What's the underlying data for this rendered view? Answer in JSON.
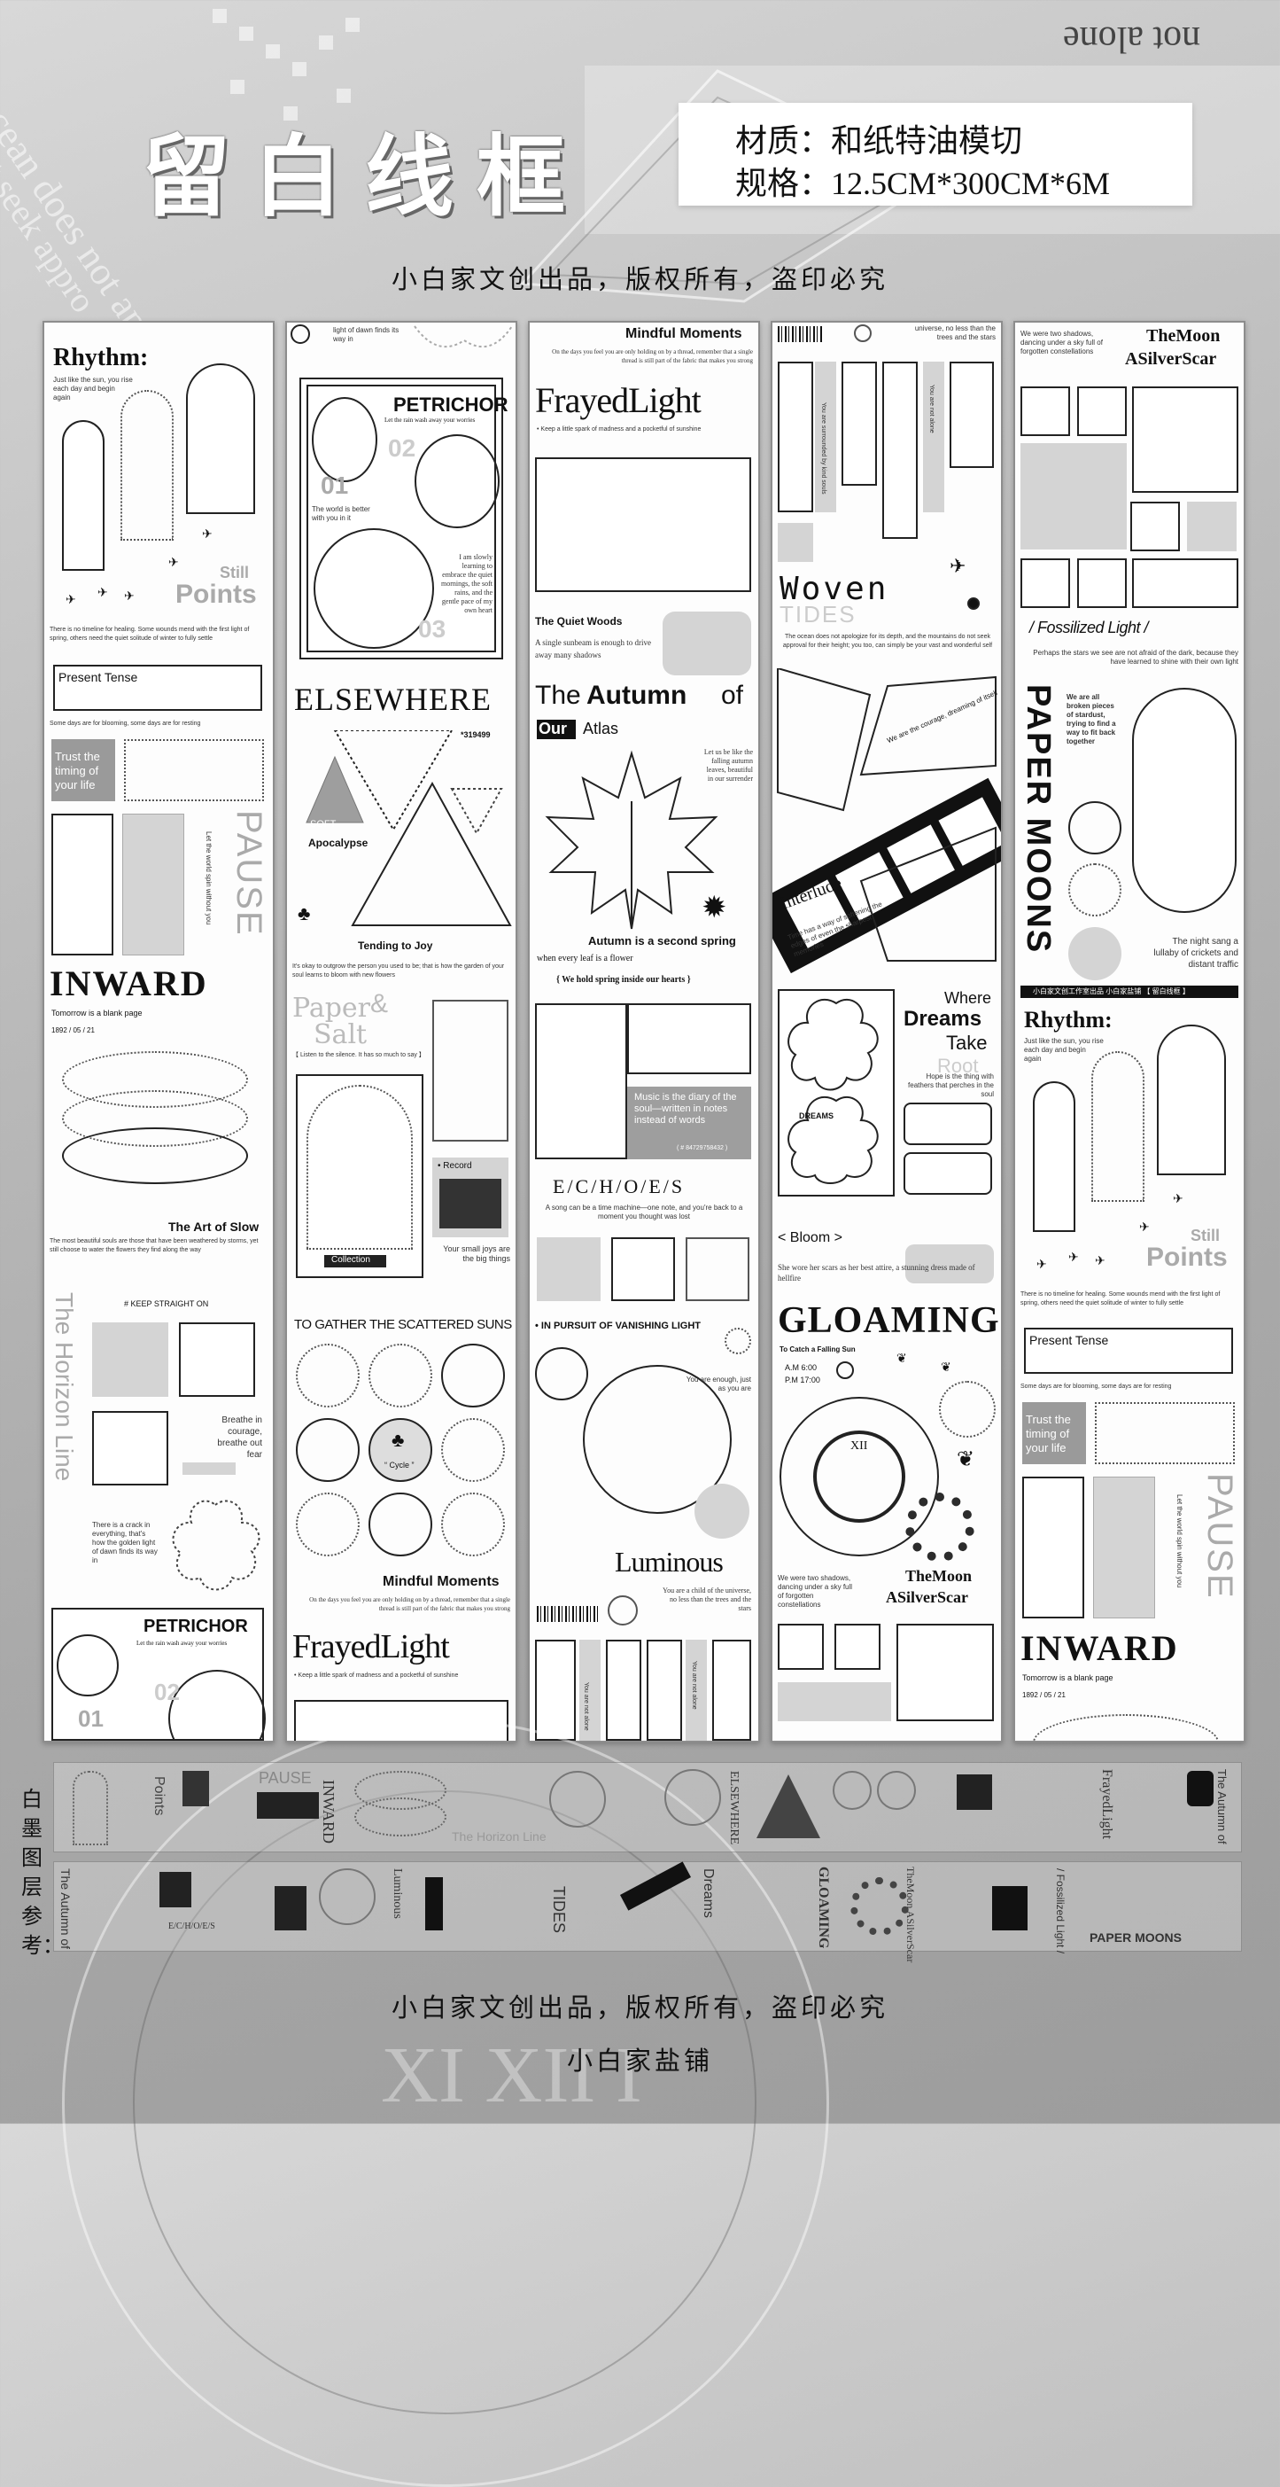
{
  "header": {
    "title": "留白线框",
    "bg_text_1": "The ocean does not apologize",
    "bg_text_2": "do not seek appro",
    "bg_text_3": "not alone",
    "spec_material": "材质：和纸特油模切",
    "spec_size": "规格：12.5CM*300CM*6M",
    "subtitle": "小白家文创出品，版权所有，盗印必究"
  },
  "strip1": {
    "rhythm": "Rhythm:",
    "rhythm_body": "Just like the sun, you rise each day and begin again",
    "still": "Still",
    "points": "Points",
    "healing": "There is no timeline for healing. Some wounds mend with the first light of spring, others need the quiet solitude of winter to fully settle",
    "present_tense": "Present Tense",
    "blooming": "Some days are for blooming, some days are for resting",
    "trust": "Trust the timing of your life",
    "pause": "PAUSE",
    "pause_side": "Let the world spin without you",
    "inward": "INWARD",
    "tomorrow": "Tomorrow is a blank page",
    "date": "1892 / 05 / 21",
    "art_slow": "The Art of Slow",
    "art_slow_body": "The most beautiful souls are those that have been weathered by storms, yet still choose to water the flowers they find along the way",
    "keep_straight": "# KEEP STRAIGHT ON",
    "horizon": "The Horizon Line",
    "breathe": "Breathe in courage, breathe out fear",
    "crack": "There is a crack in everything, that's how the golden light of dawn finds its way in",
    "petrichor": "PETRICHOR",
    "petrichor_sub": "Let the rain wash away your worries",
    "n02": "02",
    "n01": "01"
  },
  "strip2": {
    "top_text": "light of dawn finds its way in",
    "petrichor": "PETRICHOR",
    "petrichor_sub": "Let the rain wash away your worries",
    "n02": "02",
    "n01": "01",
    "n03": "03",
    "better": "The world is better with you in it",
    "learning": "I am slowly learning to embrace the quiet mornings, the soft rains, and the gentle pace of my own heart",
    "elsewhere": "ELSEWHERE",
    "code": "*319499",
    "soft": "SOFT",
    "apocalypse": "Apocalypse",
    "tending": "Tending to Joy",
    "outgrow": "It's okay to outgrow the person you used to be; that is how the garden of your soul learns to bloom with new flowers",
    "paper": "Paper",
    "amp": "&",
    "salt": "Salt",
    "listen": "【 Listen to the silence. It has so much to say 】",
    "record": "• Record",
    "collection": "Collection",
    "small_joys": "Your small joys are the big things",
    "gather": "TO GATHER THE SCATTERED SUNS",
    "cycle": "“ Cycle ”",
    "mindful": "Mindful Moments",
    "mindful_body": "On the days you feel you are only holding on by a thread, remember that a single thread is still part of the fabric that makes you strong",
    "frayed": "FrayedLight",
    "spark": "• Keep a little spark of madness and a pocketful of sunshine"
  },
  "strip3": {
    "mindful": "Mindful Moments",
    "mindful_body": "On the days you feel you are only holding on by a thread, remember that a single thread is still part of the fabric that makes you strong",
    "frayed": "FrayedLight",
    "spark": "• Keep a little spark of madness and a pocketful of sunshine",
    "quiet_woods": "The Quiet Woods",
    "sunbeam": "A single sunbeam is enough to drive away many shadows",
    "autumn_the": "The",
    "autumn": "Autumn",
    "autumn_of": "of",
    "our": "Our",
    "atlas": "Atlas",
    "falling": "Let us be like the falling autumn leaves, beautiful in our surrender",
    "second_spring": "Autumn is a second spring",
    "flower": "when every leaf is a flower",
    "hold_spring": "{ We hold spring inside our hearts }",
    "music": "Music is the diary of the soul—written in notes instead of words",
    "music_code": "( # 84729758432 )",
    "echoes": "E/C/H/O/E/S",
    "echoes_body": "A song can be a time machine—one note, and you're back to a moment you thought was lost",
    "pursuit": "• IN PURSUIT OF VANISHING LIGHT",
    "enough": "You are enough, just as you are",
    "luminous": "Luminous",
    "child": "You are a child of the universe, no less than the trees and the stars",
    "notalone": "You are not alone",
    "notalone2": "You are not alone"
  },
  "strip4": {
    "universe": "universe, no less than the trees and the stars",
    "notalone": "You are not alone",
    "surrounded": "You are surrounded by kind souls",
    "woven": "Woven",
    "tides": "TIDES",
    "ocean": "The ocean does not apologize for its depth, and the mountains do not seek approval for their height; you too, can simply be your vast and wonderful self",
    "courage": "We are the courage, dreaming of itself",
    "interlude": "Interlude",
    "time": "Time has a way of softening the edges of even the sharpest memories",
    "where": "Where",
    "dreams": "Dreams",
    "take": "Take",
    "root": "Root",
    "hope": "Hope is the thing with feathers that perches in the soul",
    "dreams_lbl": "DREAMS",
    "bloom": "< Bloom >",
    "scars": "She wore her scars as her best attire, a stunning dress made of hellfire",
    "gloaming": "GLOAMING",
    "falling_sun": "To Catch a Falling Sun",
    "am": "A.M  6:00",
    "pm": "P.M  17:00",
    "shadows": "We were two shadows, dancing under a sky full of forgotten constellations",
    "moon": "TheMoon",
    "silverscar": "ASilverScar"
  },
  "strip5": {
    "shadows": "We were two shadows, dancing under a sky full of forgotten constellations",
    "moon": "TheMoon",
    "silverscar": "ASilverScar",
    "fossilized": "/ Fossilized Light /",
    "stars": "Perhaps the stars we see are not afraid of the dark, because they have learned to shine with their own light",
    "broken": "We are all broken pieces of stardust, trying to find a way to fit back together",
    "paper_moons": "PAPER MOONS",
    "night": "The night sang a lullaby of crickets and distant traffic",
    "band": "小白家文创工作室出品 小白家盐铺 【 留白线框 】",
    "rhythm": "Rhythm:",
    "rhythm_body": "Just like the sun, you rise each day and begin again",
    "still": "Still",
    "points": "Points",
    "healing": "There is no timeline for healing. Some wounds mend with the first light of spring, others need the quiet solitude of winter to fully settle",
    "present_tense": "Present Tense",
    "blooming": "Some days are for blooming, some days are for resting",
    "trust": "Trust the timing of your life",
    "pause": "PAUSE",
    "pause_side": "Let the world spin without you",
    "inward": "INWARD",
    "tomorrow": "Tomorrow is a blank page",
    "date": "1892 / 05 / 21"
  },
  "reference": {
    "label": "白墨图层参考：",
    "r_points": "Points",
    "r_pause": "PAUSE",
    "r_inward": "INWARD",
    "r_horizon": "The Horizon Line",
    "r_elsewhere": "ELSEWHERE",
    "r_frayed": "FrayedLight",
    "r_autumn": "The Autumn of",
    "r_echoes": "E/C/H/O/E/S",
    "r_luminous": "Luminous",
    "r_tides": "TIDES",
    "r_dreams": "Dreams",
    "r_gloaming": "GLOAMING",
    "r_moon": "TheMoon ASilverScar",
    "r_fossil": "/ Fossilized Light /",
    "r_papermoons": "PAPER MOONS"
  },
  "footer": {
    "copyright": "小白家文创出品，版权所有，盗印必究",
    "shop": "小白家盐铺"
  }
}
